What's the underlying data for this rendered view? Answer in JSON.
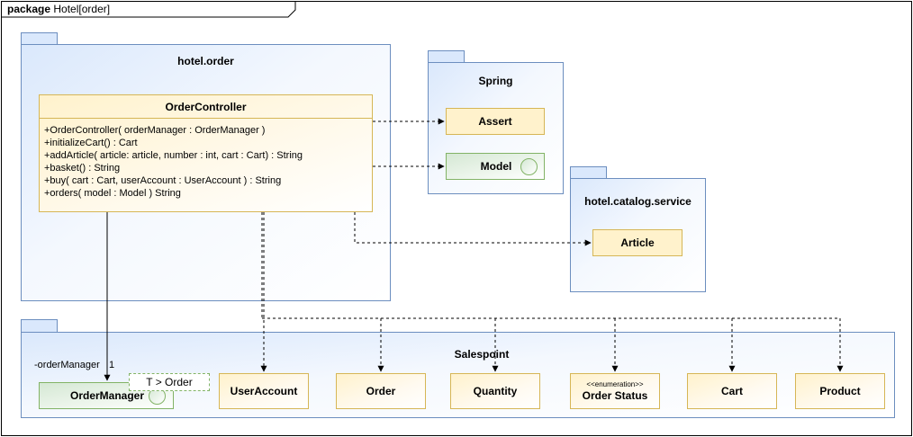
{
  "frame": {
    "keyword": "package",
    "name": "Hotel[order]"
  },
  "packages": {
    "hotel_order": "hotel.order",
    "spring": "Spring",
    "catalog": "hotel.catalog.service",
    "salespoint": "Salespoint"
  },
  "order_controller": {
    "name": "OrderController",
    "operations": [
      "+OrderController( orderManager : OrderManager )",
      "+initializeCart() : Cart",
      "+addArticle( article: article, number : int, cart : Cart) : String",
      "+basket() : String",
      "+buy( cart : Cart, userAccount : UserAccount ) : String",
      "+orders( model : Model ) String"
    ]
  },
  "spring_classes": {
    "assert": "Assert",
    "model": "Model"
  },
  "catalog_classes": {
    "article": "Article"
  },
  "salespoint_classes": {
    "order_manager": "OrderManager",
    "template_param": "T > Order",
    "user_account": "UserAccount",
    "order": "Order",
    "quantity": "Quantity",
    "order_status_stereotype": "<<enumeration>>",
    "order_status": "Order Status",
    "cart": "Cart",
    "product": "Product"
  },
  "association": {
    "role": "-orderManager",
    "multiplicity": "1"
  },
  "colors": {
    "package_fill": "#dae8fc",
    "package_stroke": "#6c8ebf",
    "class_fill": "#fff2cc",
    "class_stroke": "#d6b656",
    "interface_fill": "#d5e8d4",
    "interface_stroke": "#82b366"
  }
}
